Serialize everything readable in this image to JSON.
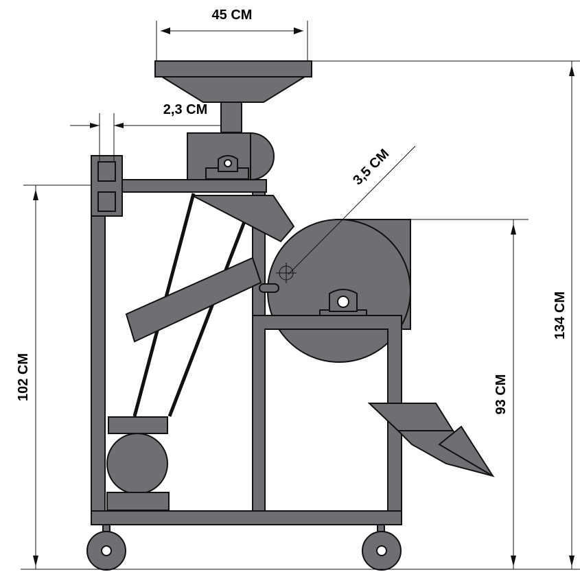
{
  "dimensions": {
    "hopper_width": "45 CM",
    "shaft_gap": "2,3 CM",
    "drum_hole": "3,5 CM",
    "frame_height": "102 CM",
    "drum_height": "93 CM",
    "total_height": "134 CM"
  }
}
